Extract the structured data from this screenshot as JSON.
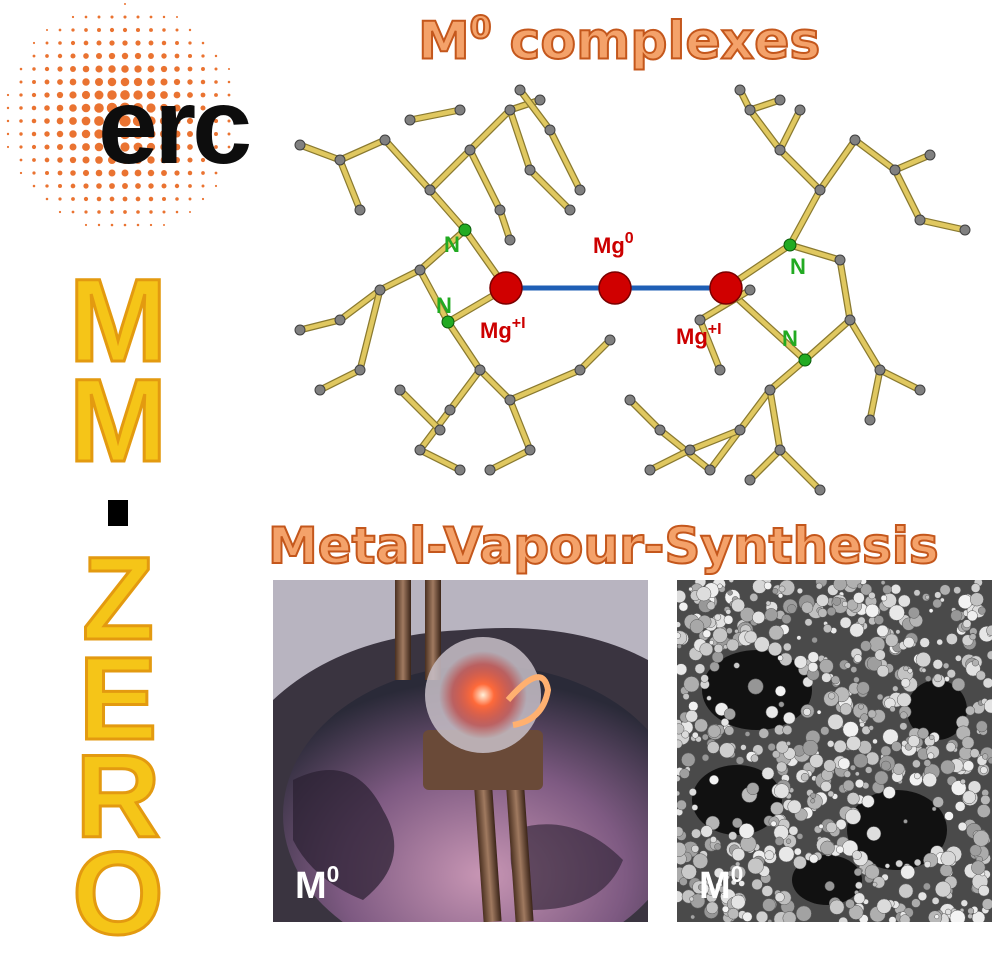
{
  "logo": {
    "text": "erc",
    "dot_color": "#e8641b",
    "icon": "erc-logo"
  },
  "project": {
    "letters": [
      "M",
      "M",
      "Z",
      "E",
      "R",
      "O"
    ],
    "separator": "-",
    "color": "#f5c518"
  },
  "headings": {
    "complexes": {
      "main": "M",
      "sup": "0",
      "rest": " complexes"
    },
    "synthesis": "Metal-Vapour-Synthesis"
  },
  "molecule": {
    "labels": {
      "n": "N",
      "mg_center_base": "Mg",
      "mg_center_sup": "0",
      "mg_side_base": "Mg",
      "mg_side_sup": "+I"
    },
    "colors": {
      "bond": "#e0c860",
      "mg_atom": "#d00000",
      "n_atom": "#22aa22",
      "c_atom": "#808080",
      "mg_bond": "#1f5fb5"
    }
  },
  "photos": {
    "left": {
      "label_base": "M",
      "label_sup": "0",
      "icon": "metal-vapour-reactor-photo"
    },
    "right": {
      "label_base": "M",
      "label_sup": "0",
      "icon": "sem-micrograph-photo"
    }
  }
}
